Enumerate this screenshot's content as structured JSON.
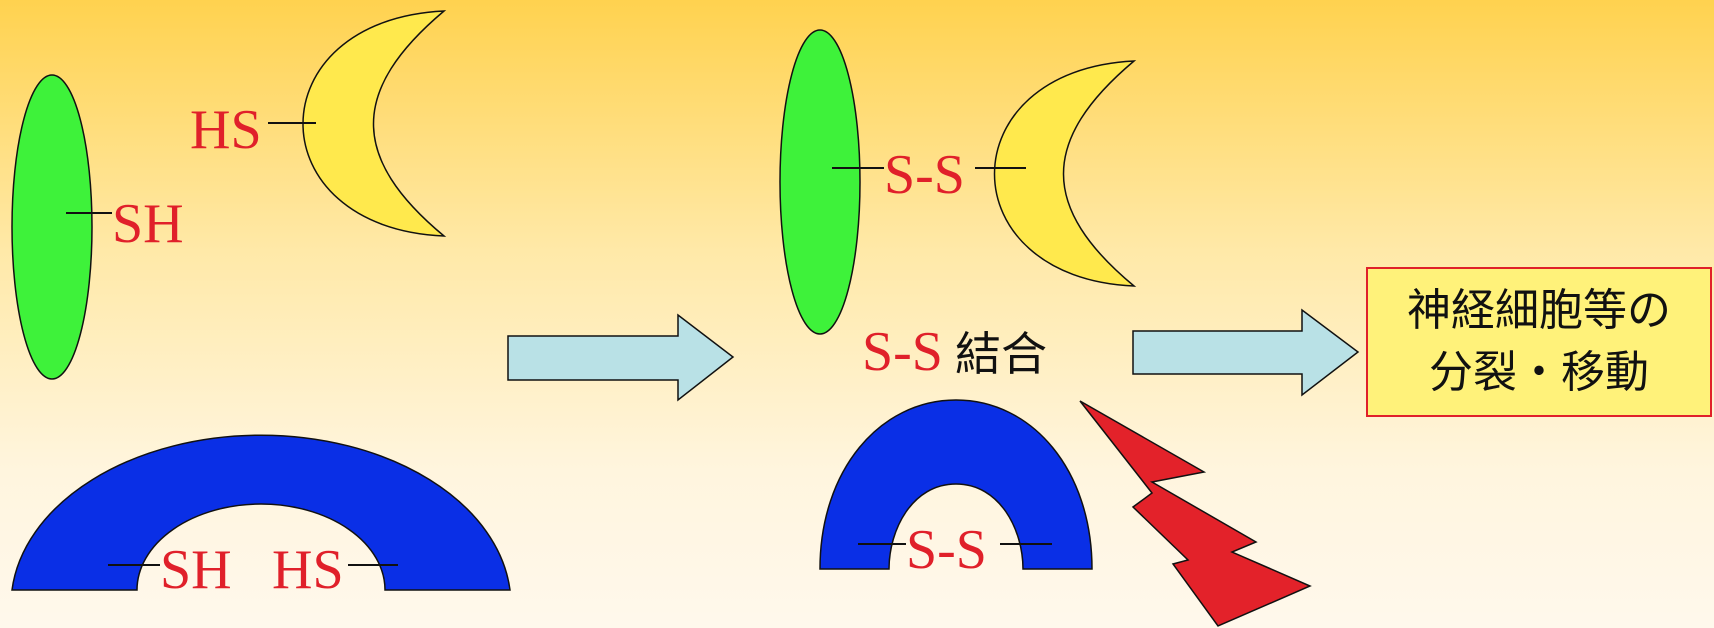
{
  "labels": {
    "left_green_sh": "SH",
    "left_yellow_hs": "HS",
    "left_blue_sh": "SH",
    "left_blue_hs": "HS",
    "mid_disulfide": "S-S",
    "mid_bond_red": "S-S",
    "mid_bond_suffix": "結合",
    "mid_blue_disulfide": "S-S"
  },
  "result": {
    "line1": "神経細胞等の",
    "line2": "分裂・移動"
  },
  "colors": {
    "green": "#3ef23a",
    "yellow": "#ffe94d",
    "blue": "#0a2fe6",
    "red": "#e0202a",
    "arrow": "#b9e1e6",
    "box": "#fff27a"
  },
  "icons": [
    "right-arrow-icon",
    "lightning-bolt-icon"
  ]
}
